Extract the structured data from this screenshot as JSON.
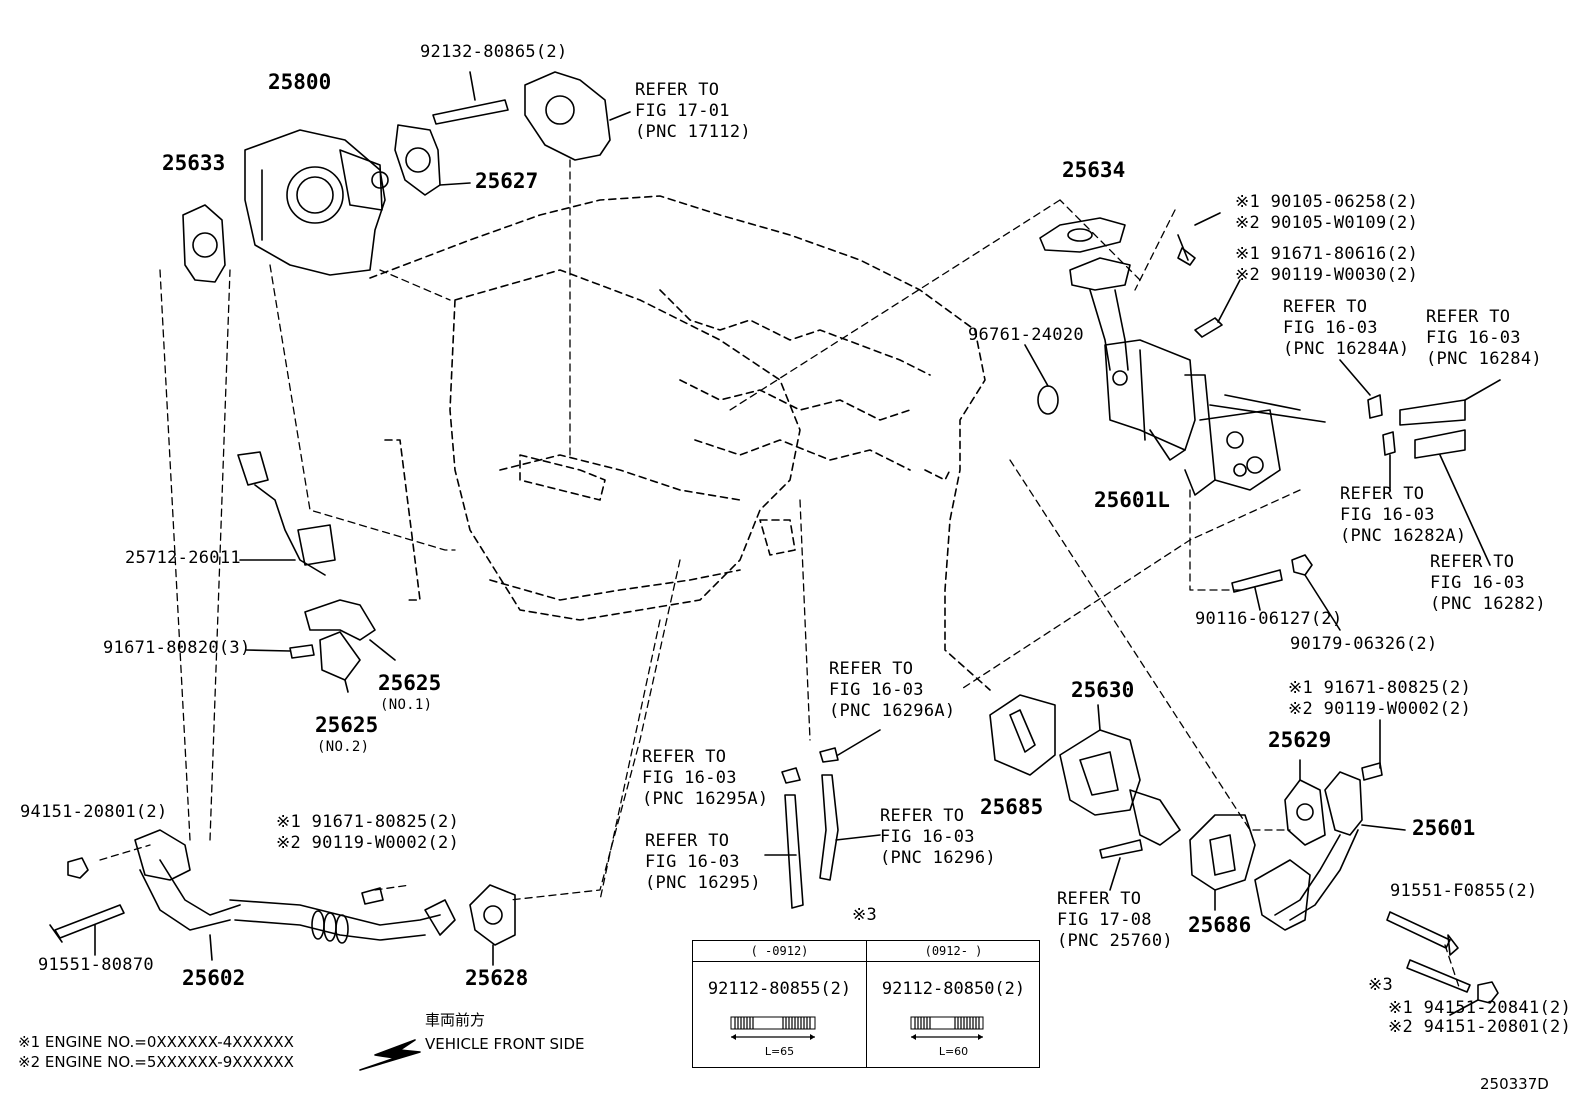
{
  "parts": {
    "p25800": "25800",
    "p25633": "25633",
    "p25627": "25627",
    "p92132": "92132-80865(2)",
    "p25634": "25634",
    "p96761": "96761-24020",
    "p25601L": "25601L",
    "p25712": "25712-26011",
    "p91671_820": "91671-80820(3)",
    "p25625_1": "25625",
    "no1": "(NO.1)",
    "p25625_2": "25625",
    "no2": "(NO.2)",
    "p90116": "90116-06127(2)",
    "p90179": "90179-06326(2)",
    "p25630": "25630",
    "p25685": "25685",
    "p25686": "25686",
    "p25629": "25629",
    "p25601": "25601",
    "p91551_F": "91551-F0855(2)",
    "p94151_top": "94151-20801(2)",
    "p91551_870": "91551-80870",
    "p25602": "25602",
    "p25628": "25628",
    "x3_right": "※3",
    "x1_94151": "※1 94151-20841(2)",
    "x2_94151": "※2 94151-20801(2)"
  },
  "refers": {
    "r17_01": [
      "REFER TO",
      "FIG 17-01",
      "(PNC 17112)"
    ],
    "r16284A": [
      "REFER TO",
      "FIG 16-03",
      "(PNC 16284A)"
    ],
    "r16284": [
      "REFER TO",
      "FIG 16-03",
      "(PNC 16284)"
    ],
    "r16282A": [
      "REFER TO",
      "FIG 16-03",
      "(PNC 16282A)"
    ],
    "r16282": [
      "REFER TO",
      "FIG 16-03",
      "(PNC 16282)"
    ],
    "r16296A": [
      "REFER TO",
      "FIG 16-03",
      "(PNC 16296A)"
    ],
    "r16295A": [
      "REFER TO",
      "FIG 16-03",
      "(PNC 16295A)"
    ],
    "r16295": [
      "REFER TO",
      "FIG 16-03",
      "(PNC 16295)"
    ],
    "r16296": [
      "REFER TO",
      "FIG 16-03",
      "(PNC 16296)"
    ],
    "r25760": [
      "REFER TO",
      "FIG 17-08",
      "(PNC 25760)"
    ]
  },
  "variants": {
    "v90105": [
      "※1 90105-06258(2)",
      "※2 90105-W0109(2)"
    ],
    "v91671_616": [
      "※1 91671-80616(2)",
      "※2 90119-W0030(2)"
    ],
    "v91671_825_right": [
      "※1 91671-80825(2)",
      "※2 90119-W0002(2)"
    ],
    "v91671_825_left": [
      "※1 91671-80825(2)",
      "※2 90119-W0002(2)"
    ]
  },
  "table": {
    "mark": "※3",
    "left_header": "(      -0912)",
    "right_header": "(0912-      )",
    "left_part": "92112-80855(2)",
    "right_part": "92112-80850(2)",
    "left_len": "L=65",
    "right_len": "L=60"
  },
  "footer": {
    "note1": "※1   ENGINE NO.=0XXXXXX-4XXXXXX",
    "note2": "※2   ENGINE NO.=5XXXXXX-9XXXXXX",
    "front_jp": "車両前方",
    "front_en": "VEHICLE FRONT SIDE",
    "fig_id": "250337D"
  }
}
